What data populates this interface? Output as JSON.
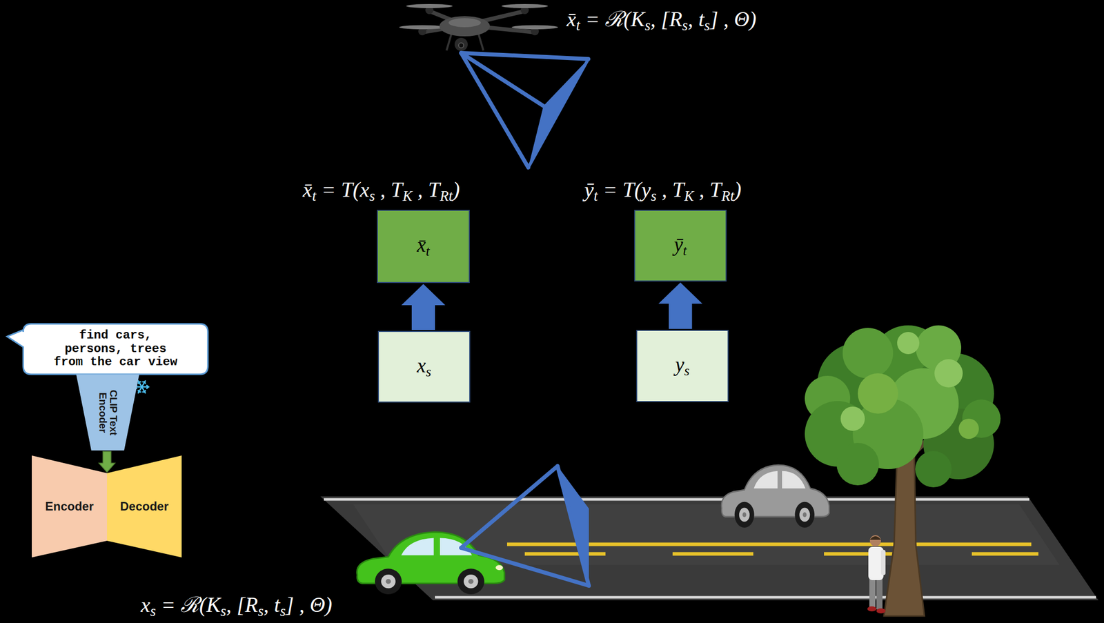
{
  "diagram": {
    "nodes": [
      {
        "text": [
          "x̄t"
        ]
      },
      {
        "text": [
          "ȳt"
        ]
      },
      {
        "text": [
          "find cars, persons, trees from the car view"
        ]
      },
      {
        "text": [
          "xs"
        ]
      },
      {
        "text": [
          "ys"
        ]
      },
      {
        "text": [
          "CLIP Text Encoder"
        ]
      },
      {
        "text": [
          "Encoder"
        ]
      },
      {
        "text": [
          "Decoder"
        ]
      }
    ],
    "edges": [
      {
        "from": 3,
        "to": 0,
        "arrow": "to"
      },
      {
        "from": 4,
        "to": 1,
        "arrow": "to"
      },
      {
        "from": 5,
        "to": 6,
        "arrow": "to"
      }
    ],
    "labels": [
      "x̄t = ℛ(Ks, [Rs, ts] , Θ)",
      "x̄t = T(xs , TK , TRt)",
      "ȳt = T(ys , TK , TRt)",
      "xs = ℛ(Ks, [Rs, ts] , Θ)"
    ]
  }
}
